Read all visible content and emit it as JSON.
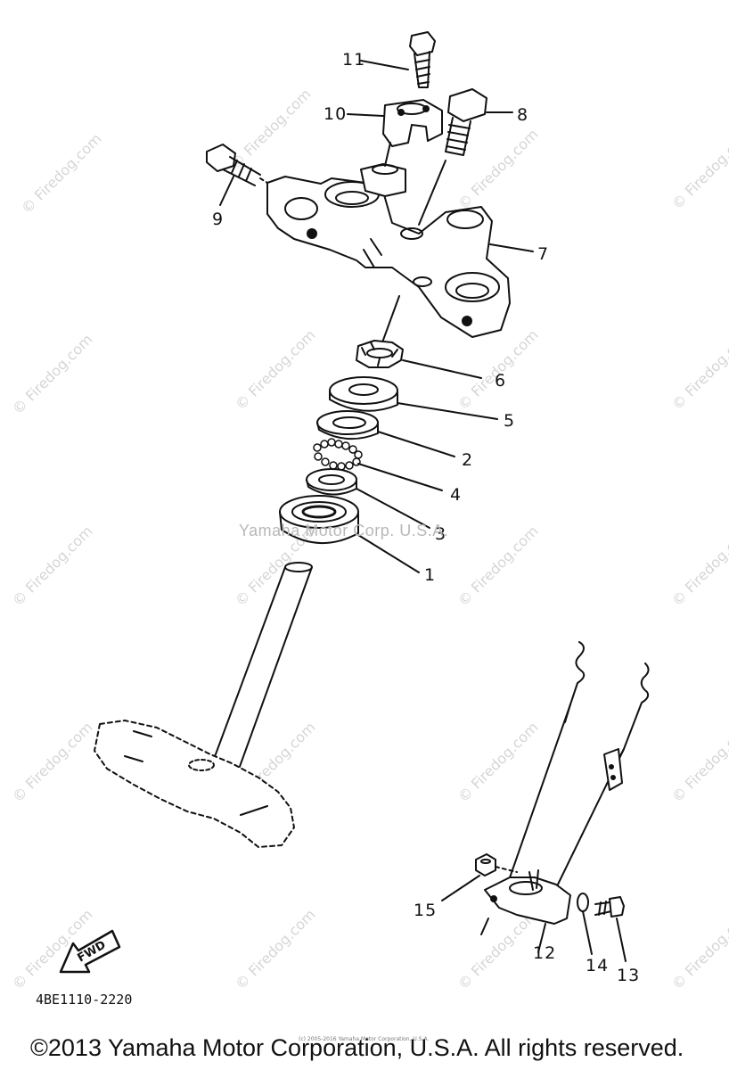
{
  "watermark": "© Firedog.com",
  "center_mark": "Yamaha Motor Corp. U.S.A.",
  "callouts": {
    "c1": "1",
    "c2": "2",
    "c3": "3",
    "c4": "4",
    "c5": "5",
    "c6": "6",
    "c7": "7",
    "c8": "8",
    "c9": "9",
    "c10": "10",
    "c11": "11",
    "c12": "12",
    "c13": "13",
    "c14": "14",
    "c15": "15"
  },
  "fwd_label": "FWD",
  "part_number": "4BE1110-2220",
  "copyright": "©2013 Yamaha Motor Corporation, U.S.A. All rights reserved.",
  "tiny_copyright": "(c) 2005-2016 Yamaha Motor Corporation, U.S.A."
}
